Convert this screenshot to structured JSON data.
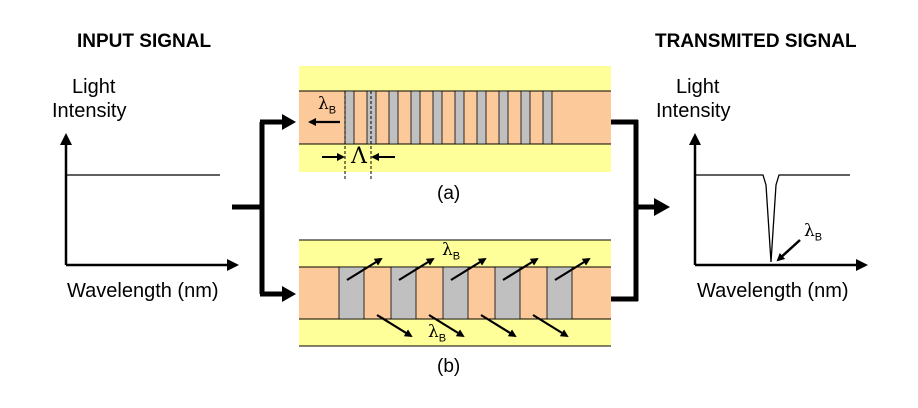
{
  "input": {
    "title": "INPUT SIGNAL",
    "y_label_1": "Light",
    "y_label_2": "Intensity",
    "x_label": "Wavelength (nm)"
  },
  "output": {
    "title": "TRANSMITED SIGNAL",
    "y_label_1": "Light",
    "y_label_2": "Intensity",
    "x_label": "Wavelength (nm)",
    "dip_label": "λ",
    "dip_label_sub": "B"
  },
  "grating_a": {
    "caption": "(a)",
    "reflected_label": "λ",
    "reflected_label_sub": "B",
    "period_label": "Λ"
  },
  "grating_b": {
    "caption": "(b)",
    "top_label": "λ",
    "top_label_sub": "B",
    "bottom_label": "λ",
    "bottom_label_sub": "B"
  },
  "colors": {
    "cladding": "#ffff99",
    "core": "#fcc99a",
    "grating": "#c0c0c0",
    "line": "#000000"
  }
}
